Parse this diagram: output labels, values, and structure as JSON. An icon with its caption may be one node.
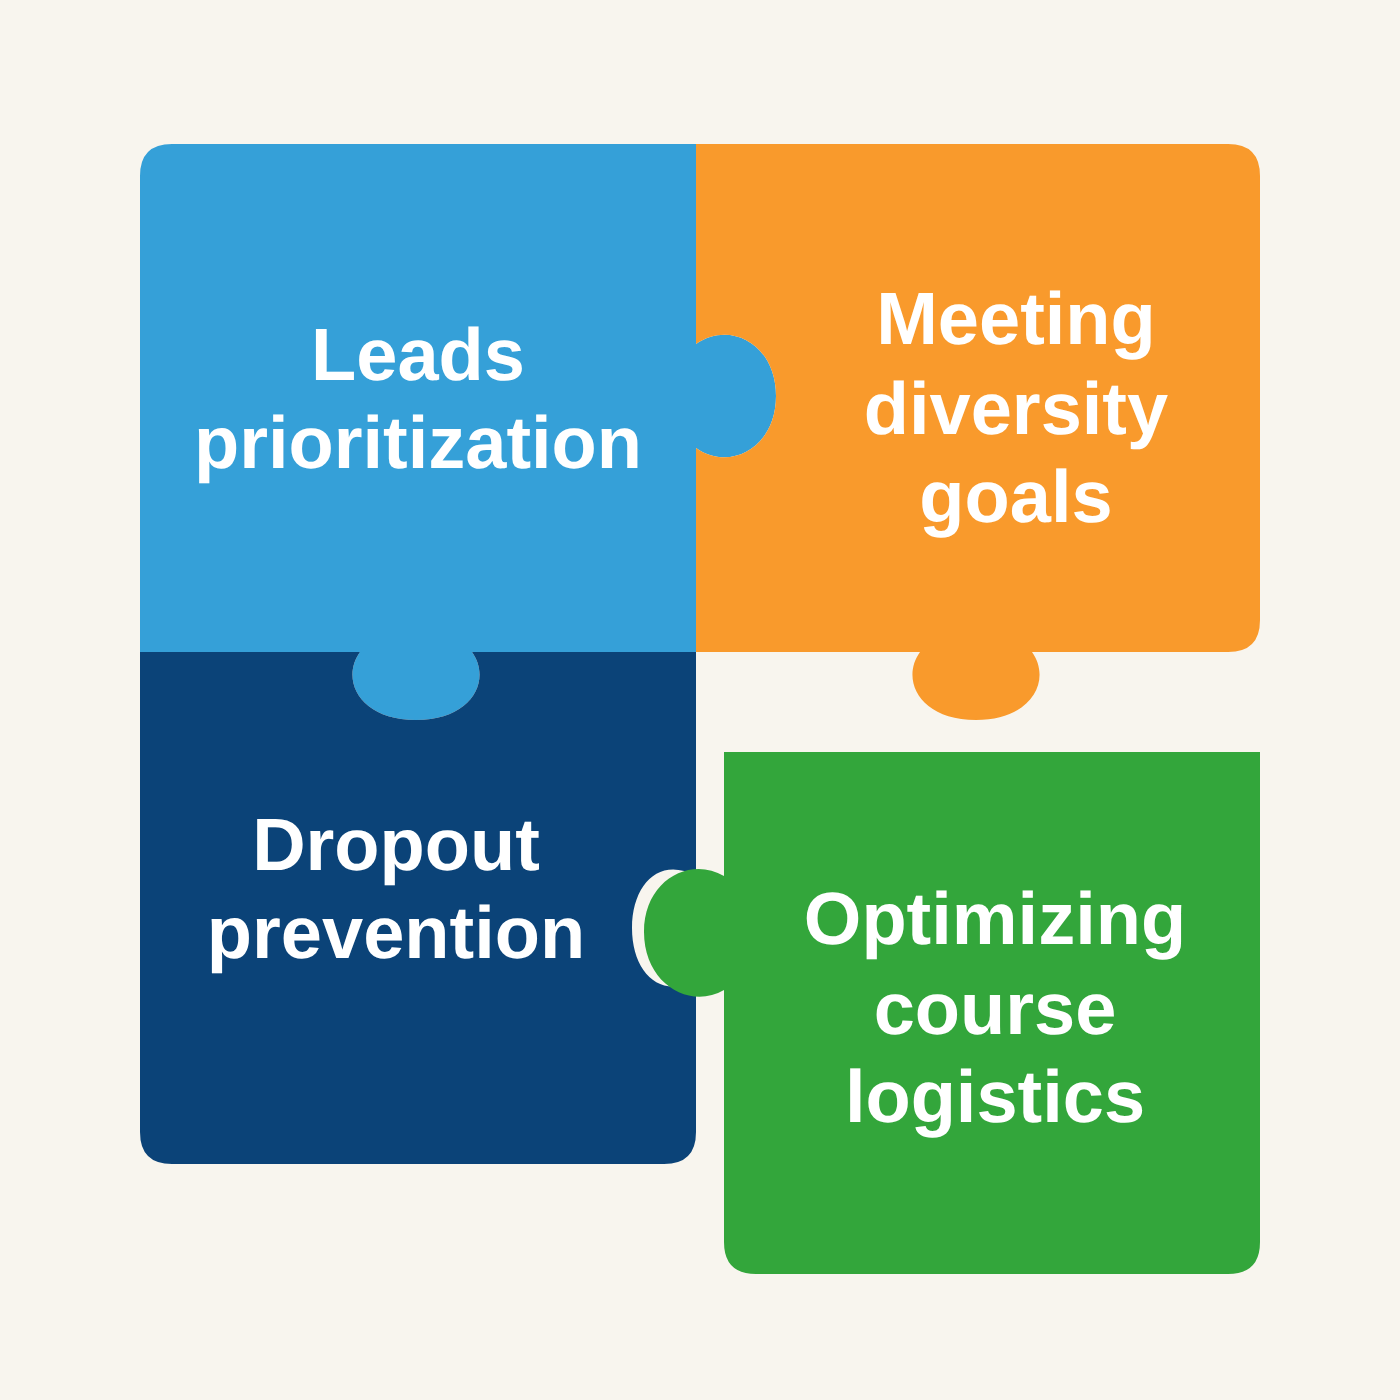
{
  "diagram": {
    "nodes": [
      {
        "text": [
          "Leads prioritization"
        ]
      },
      {
        "text": [
          "Meeting diversity goals"
        ]
      },
      {
        "text": [
          "Dropout prevention"
        ]
      },
      {
        "text": [
          "Optimizing course logistics"
        ]
      }
    ]
  }
}
